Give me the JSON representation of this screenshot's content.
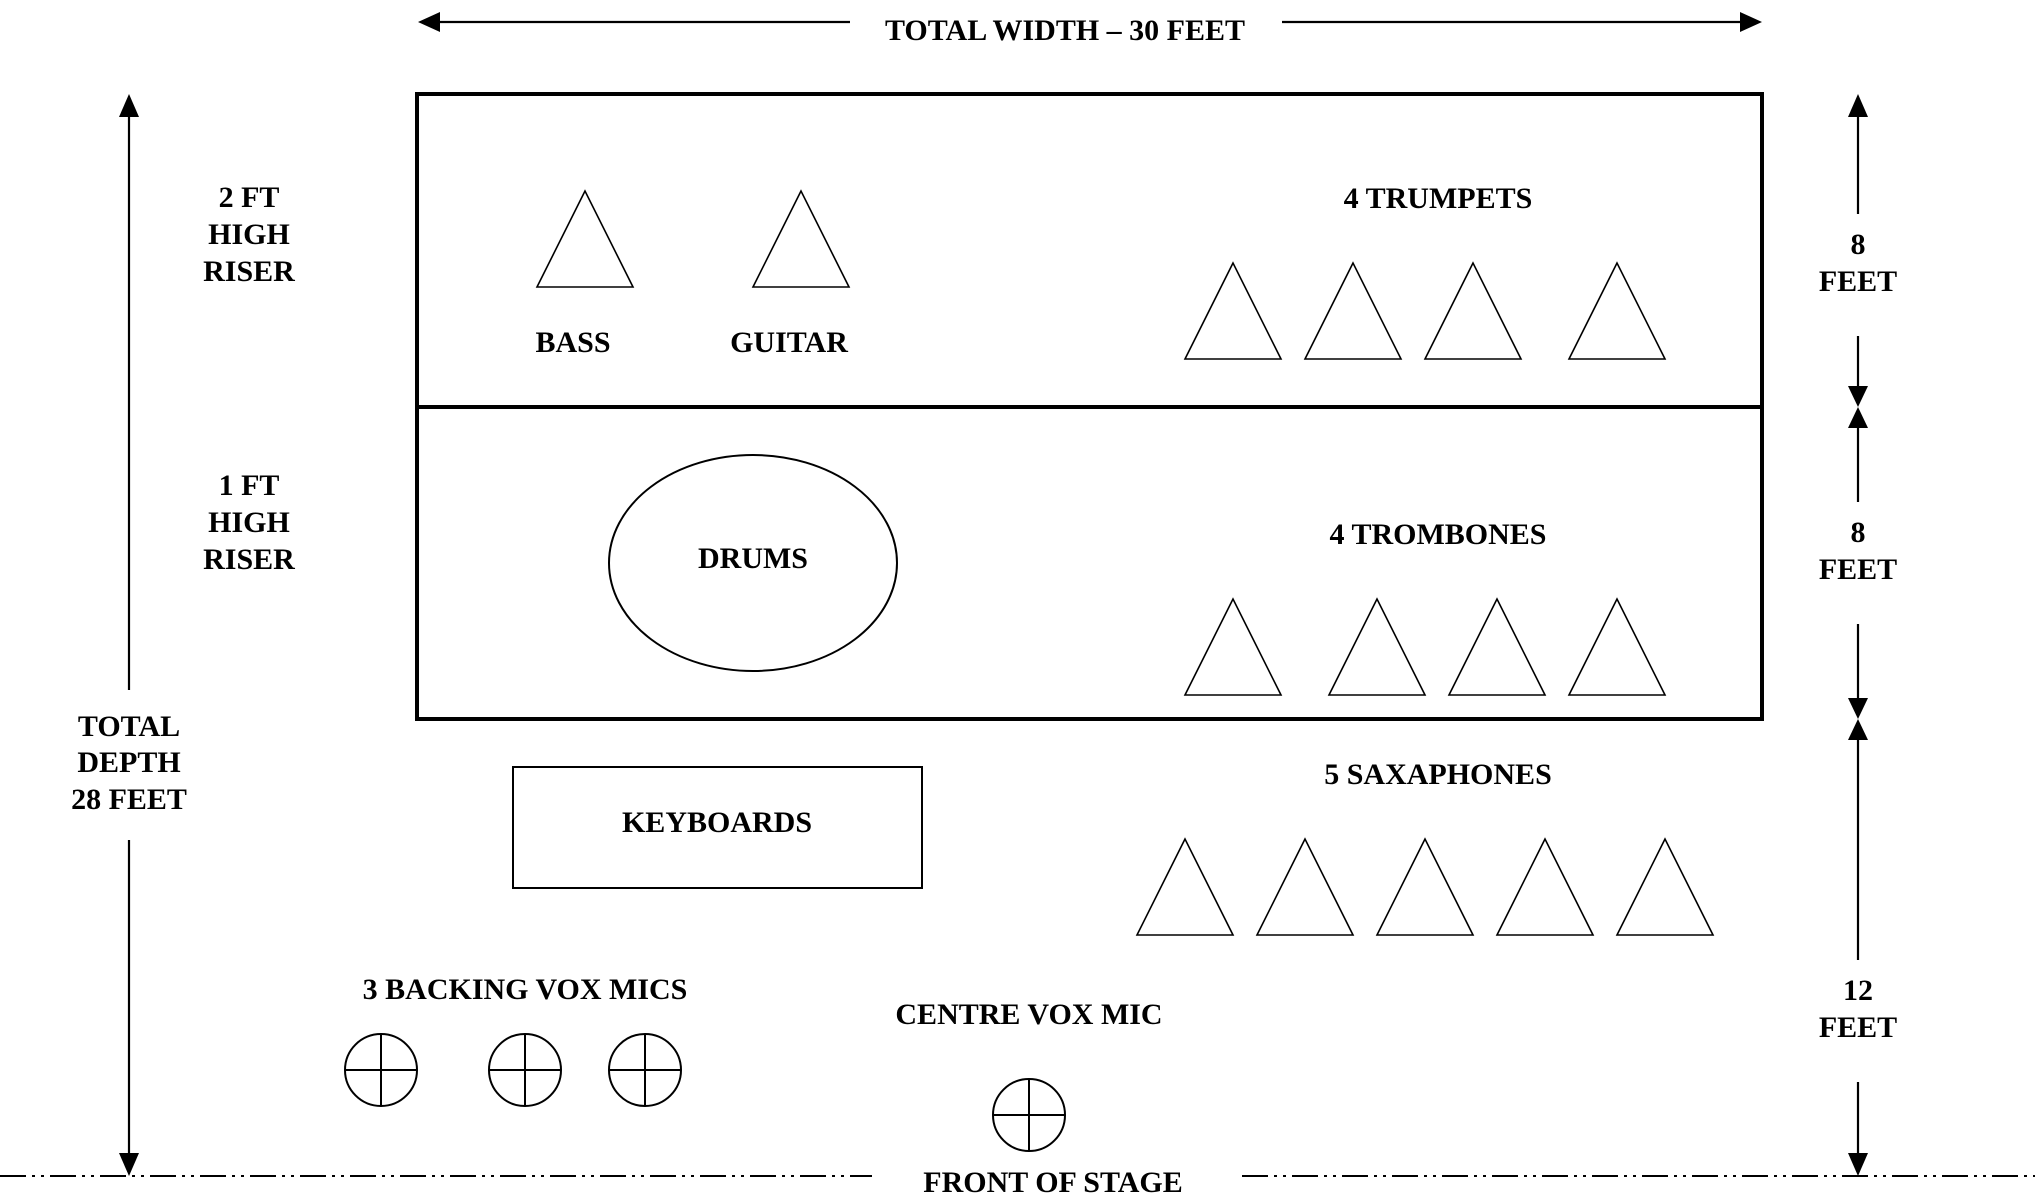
{
  "title": "TOTAL WIDTH – 30 FEET",
  "depth": {
    "line1": "TOTAL",
    "line2": "DEPTH",
    "line3": "28 FEET"
  },
  "risers": {
    "upper": {
      "line1": "2  FT",
      "line2": "HIGH",
      "line3": "RISER"
    },
    "lower": {
      "line1": "1 FT",
      "line2": "HIGH",
      "line3": "RISER"
    }
  },
  "dimensions": {
    "upper": {
      "value": "8",
      "unit": "FEET"
    },
    "middle": {
      "value": "8",
      "unit": "FEET"
    },
    "front": {
      "value": "12",
      "unit": "FEET"
    }
  },
  "instruments": {
    "bass": "BASS",
    "guitar": "GUITAR",
    "trumpets": "4 TRUMPETS",
    "drums": "DRUMS",
    "trombones": "4 TROMBONES",
    "keyboards": "KEYBOARDS",
    "saxophones": "5 SAXAPHONES",
    "backing_mics": "3 BACKING VOX MICS",
    "centre_mic": "CENTRE VOX MIC"
  },
  "front_of_stage": "FRONT OF STAGE"
}
